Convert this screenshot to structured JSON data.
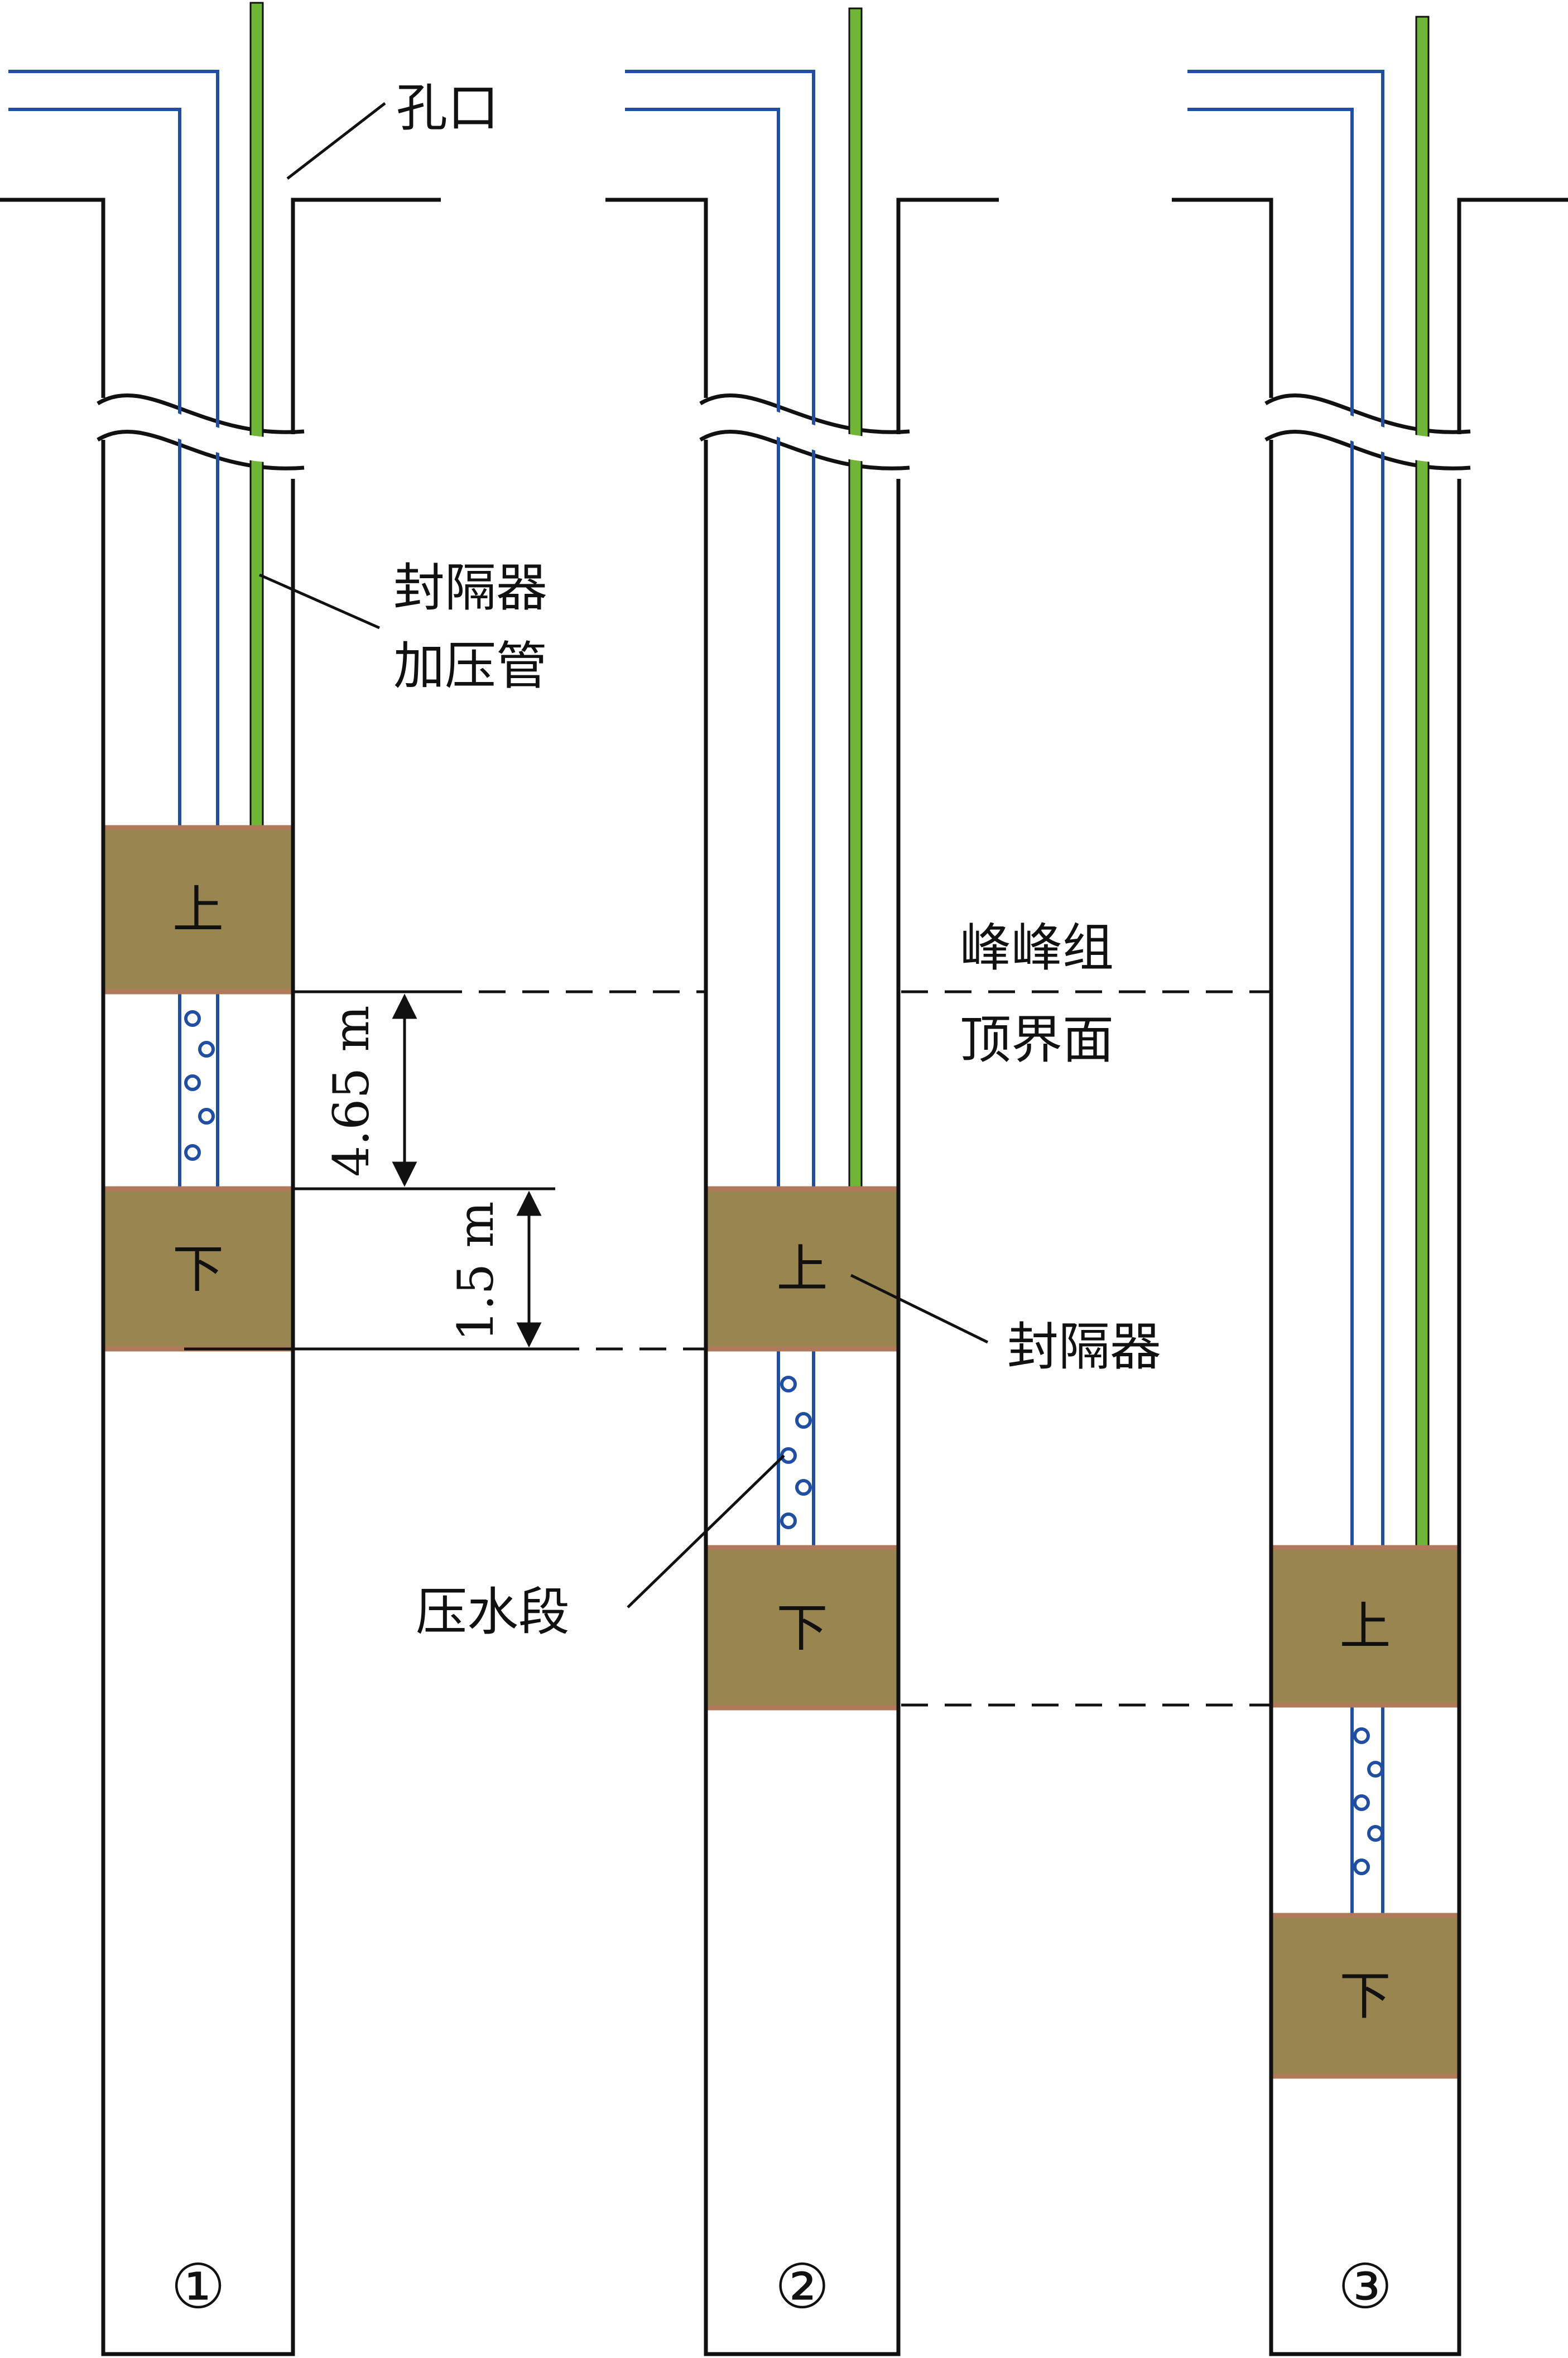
{
  "colors": {
    "wall": "#111111",
    "water_tube": "#1f4ea3",
    "pressure_pipe": "#6fb536",
    "packer_fill": "#998550",
    "packer_edge": "#b07a5a"
  },
  "labels": {
    "orifice": "孔口",
    "pressure_pipe_line1": "封隔器",
    "pressure_pipe_line2": "加压管",
    "formation_line1": "峰峰组",
    "formation_line2": "顶界面",
    "packer": "封隔器",
    "test_section": "压水段",
    "dim_top": "4.65 m",
    "dim_bottom": "1.5 m"
  },
  "stages": [
    {
      "number": "①",
      "upper": "上",
      "lower": "下"
    },
    {
      "number": "②",
      "upper": "上",
      "lower": "下"
    },
    {
      "number": "③",
      "upper": "上",
      "lower": "下"
    }
  ],
  "icons": [
    "bubble-icon",
    "break-line-icon",
    "arrowhead-icon"
  ]
}
